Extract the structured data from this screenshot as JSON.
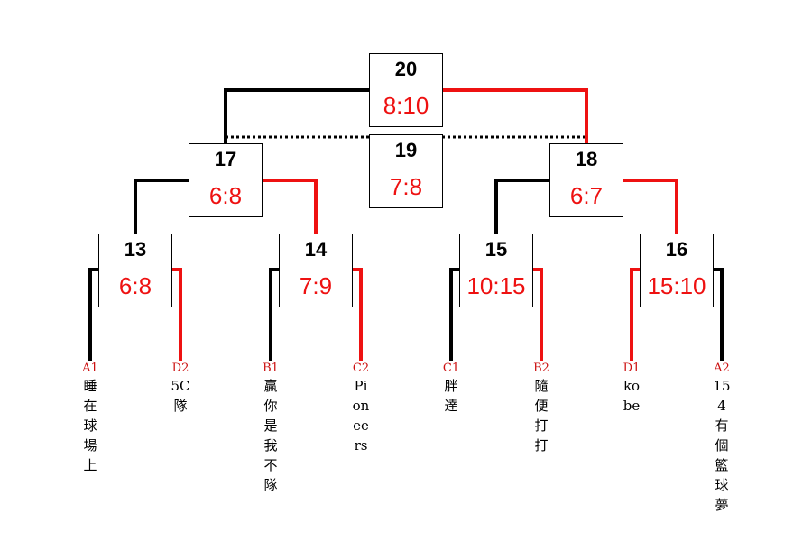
{
  "colors": {
    "win": "#ee1111",
    "lose": "#000000",
    "code": "#cc1111"
  },
  "matches": {
    "m20": {
      "number": "20",
      "score": "8:10"
    },
    "m19": {
      "number": "19",
      "score": "7:8"
    },
    "m17": {
      "number": "17",
      "score": "6:8"
    },
    "m18": {
      "number": "18",
      "score": "6:7"
    },
    "m13": {
      "number": "13",
      "score": "6:8"
    },
    "m14": {
      "number": "14",
      "score": "7:9"
    },
    "m15": {
      "number": "15",
      "score": "10:15"
    },
    "m16": {
      "number": "16",
      "score": "15:10"
    }
  },
  "teams": [
    {
      "code": "A1",
      "name": "睡在球場上"
    },
    {
      "code": "D2",
      "name": "5C隊"
    },
    {
      "code": "B1",
      "name": "贏你是我不隊"
    },
    {
      "code": "C2",
      "name": "Pioneers"
    },
    {
      "code": "C1",
      "name": "胖達"
    },
    {
      "code": "B2",
      "name": "隨便打打"
    },
    {
      "code": "D1",
      "name": "kobe"
    },
    {
      "code": "A2",
      "name": "154有個籃球夢"
    }
  ]
}
